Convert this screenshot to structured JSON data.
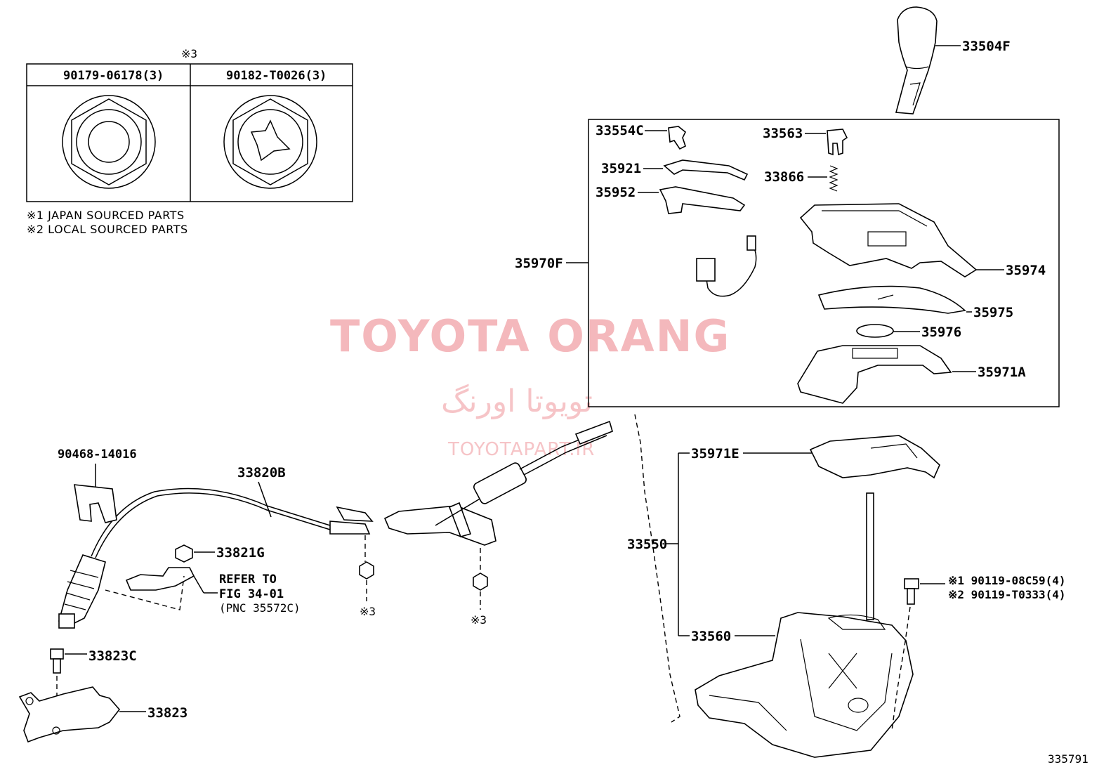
{
  "watermark": {
    "title": "TOYOTA ORANG",
    "persian": "تویوتا اورنگ",
    "site": "TOYOTAPART.IR"
  },
  "fastener_table": {
    "header_mark": "※3",
    "col1": "90179-06178(3)",
    "col2": "90182-T0026(3)"
  },
  "notes": {
    "n1": "※1  JAPAN SOURCED PARTS",
    "n2": "※2  LOCAL SOURCED PARTS"
  },
  "labels": {
    "knob": "33504F",
    "cover": "33554C",
    "pin": "33563",
    "spring": "33866",
    "p35921": "35921",
    "p35952": "35952",
    "housing_assy": "35970F",
    "indicator": "35974",
    "slide": "35975",
    "lens": "35976",
    "p35971A": "35971A",
    "p35971E": "35971E",
    "shift_lever_assy": "33550",
    "lever_sub": "33560",
    "bolt_jp": "※1 90119-08C59(4)",
    "bolt_local": "※2 90119-T0333(4)",
    "clip": "90468-14016",
    "cable": "33820B",
    "nut_clamp": "33821G",
    "refer1": "REFER TO",
    "refer2": "FIG 34-01",
    "refer3": "(PNC 35572C)",
    "mark3a": "※3",
    "mark3b": "※3",
    "bolt_bracket": "33823C",
    "bracket": "33823",
    "illustration_no": "335791"
  }
}
